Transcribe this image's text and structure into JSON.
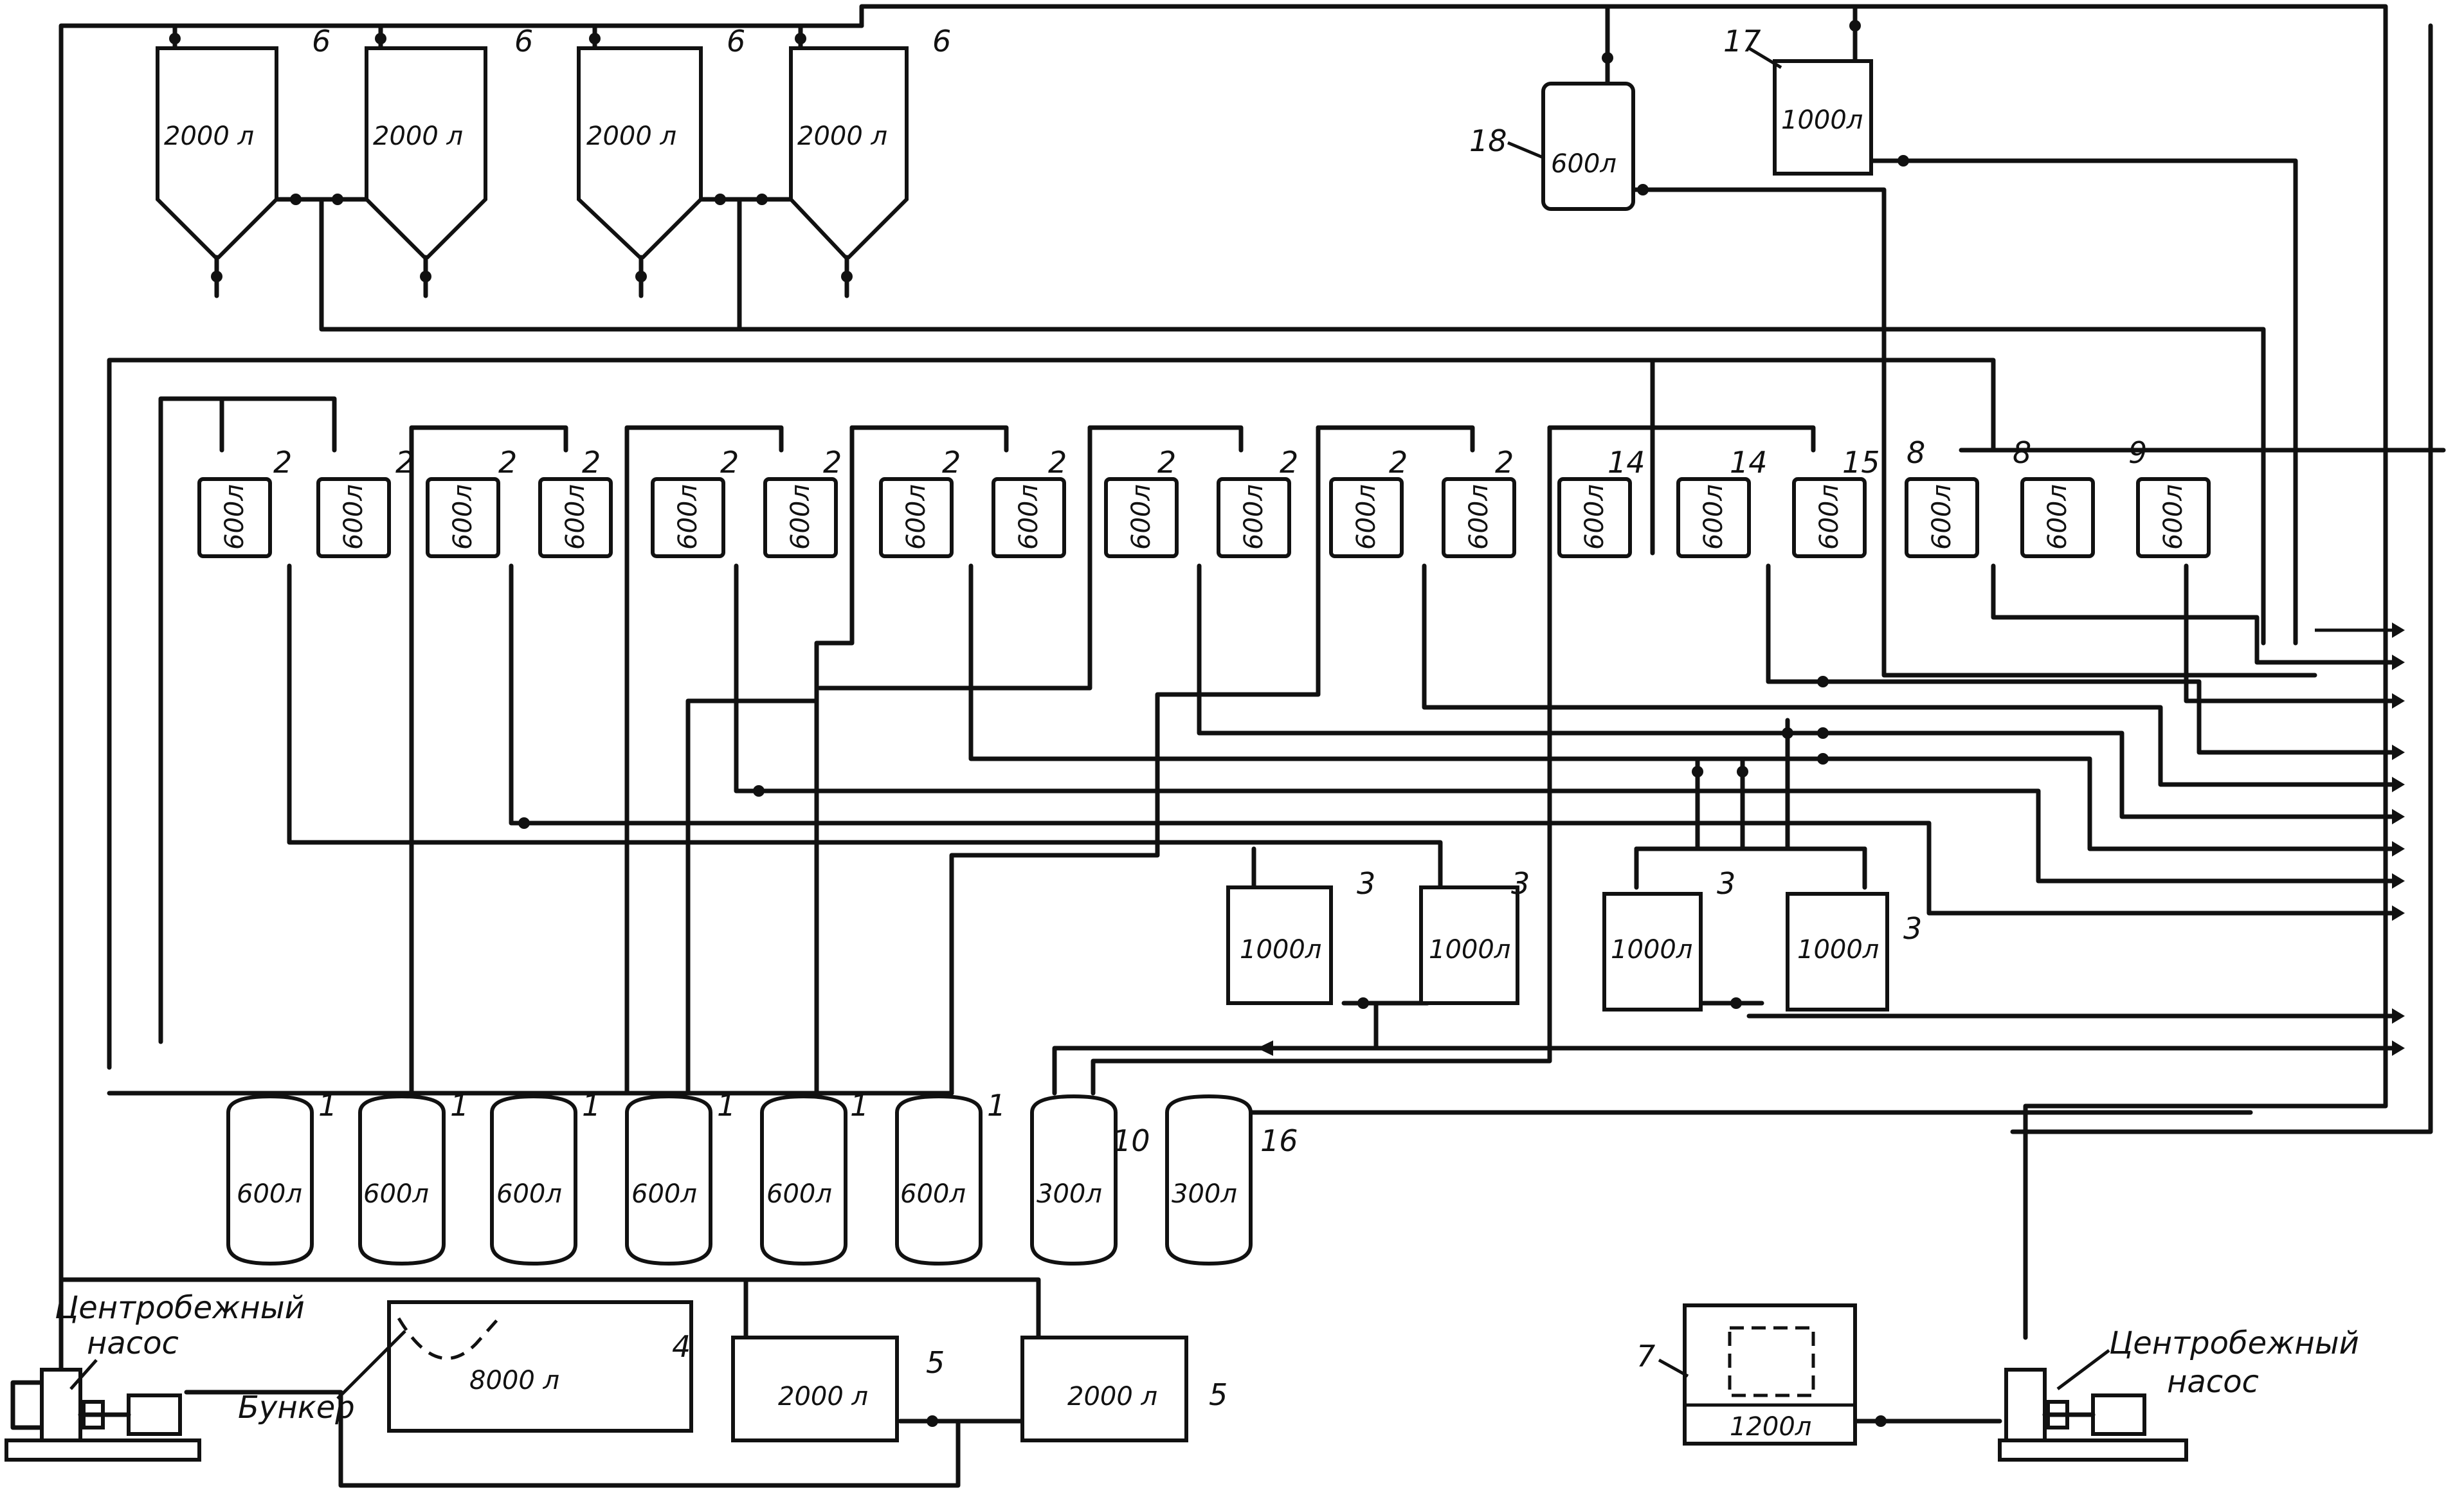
{
  "storage_tanks_6": [
    {
      "number": "6",
      "volume": "2000 л"
    },
    {
      "number": "6",
      "volume": "2000 л"
    },
    {
      "number": "6",
      "volume": "2000 л"
    },
    {
      "number": "6",
      "volume": "2000 л"
    }
  ],
  "measure_tanks_row": [
    {
      "number": "2",
      "volume": "600л"
    },
    {
      "number": "2",
      "volume": "600л"
    },
    {
      "number": "2",
      "volume": "600л"
    },
    {
      "number": "2",
      "volume": "600л"
    },
    {
      "number": "2",
      "volume": "600л"
    },
    {
      "number": "2",
      "volume": "600л"
    },
    {
      "number": "2",
      "volume": "600л"
    },
    {
      "number": "2",
      "volume": "600л"
    },
    {
      "number": "2",
      "volume": "600л"
    },
    {
      "number": "2",
      "volume": "600л"
    },
    {
      "number": "2",
      "volume": "600л"
    },
    {
      "number": "2",
      "volume": "600л"
    },
    {
      "number": "14",
      "volume": "600л"
    },
    {
      "number": "14",
      "volume": "600л"
    },
    {
      "number": "15",
      "volume": "600л"
    },
    {
      "number": "8",
      "volume": "600л"
    },
    {
      "number": "8",
      "volume": "600л"
    },
    {
      "number": "9",
      "volume": "600л"
    }
  ],
  "tank_17": {
    "number": "17",
    "volume": "1000л"
  },
  "tank_18": {
    "number": "18",
    "volume": "600л"
  },
  "tanks_3": [
    {
      "number": "3",
      "volume": "1000л"
    },
    {
      "number": "3",
      "volume": "1000л"
    },
    {
      "number": "3",
      "volume": "1000л"
    },
    {
      "number": "3",
      "volume": "1000л"
    }
  ],
  "reactors": [
    {
      "number": "1",
      "volume": "600л"
    },
    {
      "number": "1",
      "volume": "600л"
    },
    {
      "number": "1",
      "volume": "600л"
    },
    {
      "number": "1",
      "volume": "600л"
    },
    {
      "number": "1",
      "volume": "600л"
    },
    {
      "number": "1",
      "volume": "600л"
    },
    {
      "number": "10",
      "volume": "300л"
    },
    {
      "number": "16",
      "volume": "300л"
    }
  ],
  "bunker": {
    "number": "4",
    "volume": "8000 л",
    "label": "Бункер"
  },
  "tanks_5": [
    {
      "number": "5",
      "volume": "2000 л"
    },
    {
      "number": "5",
      "volume": "2000 л"
    }
  ],
  "tank_7": {
    "number": "7",
    "volume": "1200л"
  },
  "pumps": [
    {
      "line1": "Центробежный",
      "line2": "насос"
    },
    {
      "line1": "Центробежный",
      "line2": "насос"
    }
  ]
}
